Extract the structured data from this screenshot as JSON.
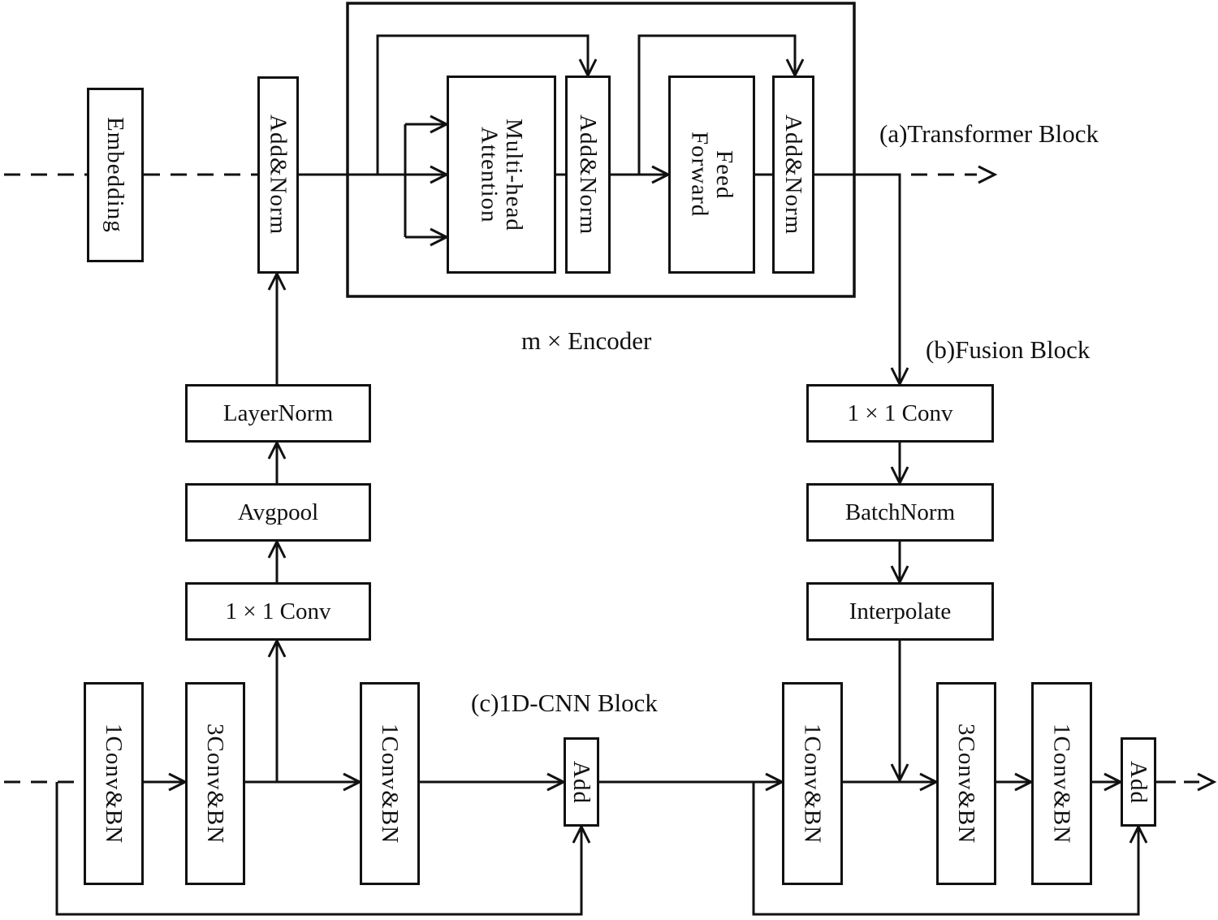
{
  "figure": {
    "captions": {
      "a": "(a)Transformer Block",
      "b": "(b)Fusion Block",
      "c": "(c)1D-CNN Block",
      "encoder_count": "m × Encoder"
    },
    "nodes": {
      "embedding": "Embedding",
      "add_norm": "Add&Norm",
      "multi_head_attention": {
        "line1": "Multi-head",
        "line2": "Attention"
      },
      "feed_forward": {
        "line1": "Feed",
        "line2": "Forward"
      },
      "layer_norm": "LayerNorm",
      "avgpool": "Avgpool",
      "conv_1x1": "1 × 1 Conv",
      "batch_norm": "BatchNorm",
      "interpolate": "Interpolate",
      "conv1_bn": "1Conv&BN",
      "conv3_bn": "3Conv&BN",
      "add": "Add"
    },
    "colors": {
      "line": "#111111",
      "box_bg": "#ffffff",
      "text": "#111111"
    }
  }
}
